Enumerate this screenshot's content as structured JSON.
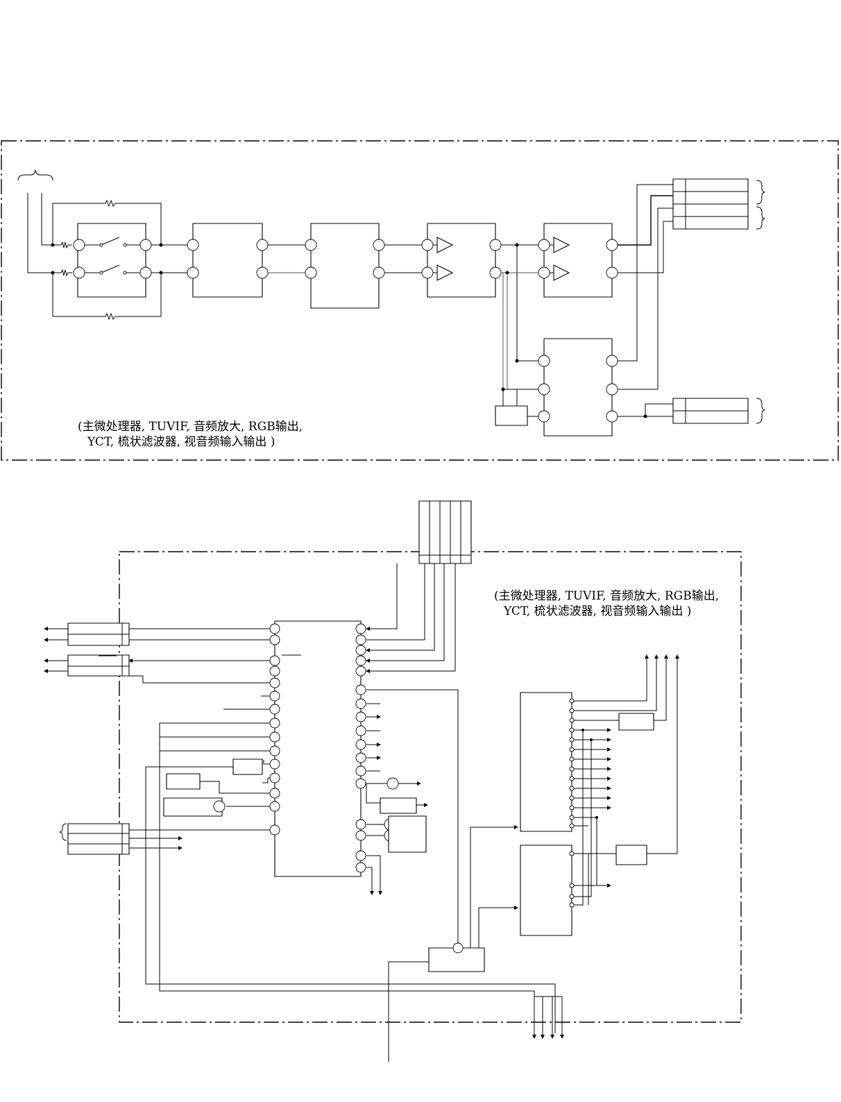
{
  "captions": {
    "top": {
      "line1": "(主微处理器, TUVIF, 音频放大, RGB输出,",
      "line2": "YCT, 梳状滤波器, 视音频输入输出 )"
    },
    "bottom": {
      "line1": "(主微处理器, TUVIF, 音频放大, RGB输出,",
      "line2": "YCT, 梳状滤波器, 视音频输入输出 )"
    }
  }
}
